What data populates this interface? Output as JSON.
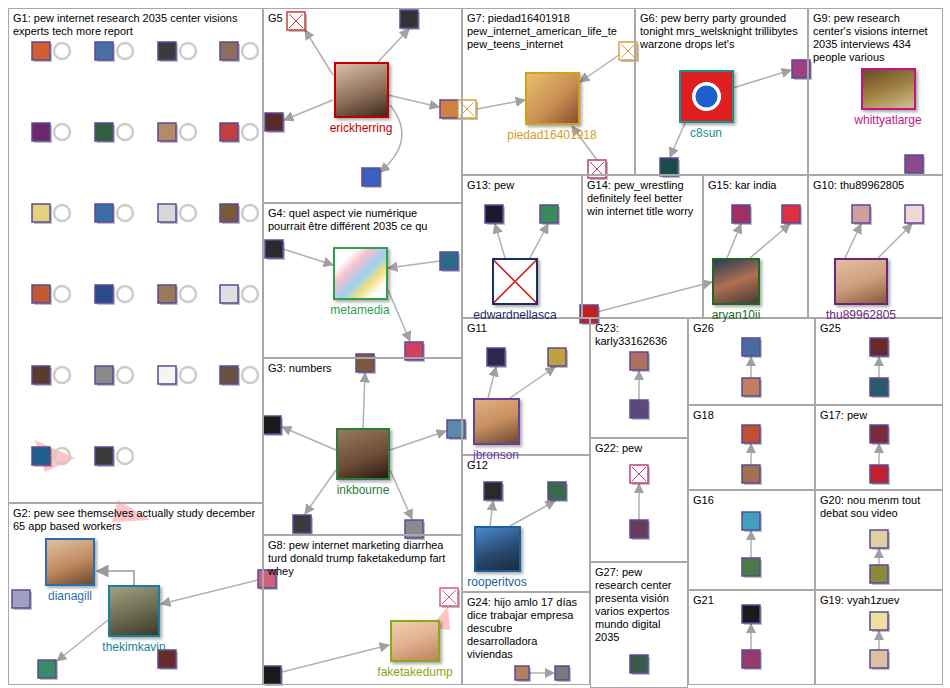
{
  "diagram": {
    "nodes": [
      {
        "text": [
          "G1: pew internet research 2035 center visions experts tech more report"
        ]
      },
      {
        "text": [
          "G5"
        ]
      },
      {
        "text": [
          "erickherring"
        ],
        "in": 1
      },
      {
        "text": [
          "G7: piedad16401918 pew_internet_american_life_te pew_teens_internet"
        ]
      },
      {
        "text": [
          "piedad16401918"
        ],
        "in": 3
      },
      {
        "text": [
          "G6: pew berry party grounded tonight mrs_welsknight trillibytes warzone drops let's"
        ]
      },
      {
        "text": [
          "c8sun"
        ],
        "in": 5
      },
      {
        "text": [
          "G9: pew research center's visions internet 2035 interviews 434 people various"
        ]
      },
      {
        "text": [
          "whittyatlarge"
        ],
        "in": 7
      },
      {
        "text": [
          "G4: quel aspect vie numérique pourrait être différent 2035 ce qu"
        ]
      },
      {
        "text": [
          "metamedia"
        ],
        "in": 9
      },
      {
        "text": [
          "G13: pew"
        ]
      },
      {
        "text": [
          "edwardnellasca"
        ],
        "in": 11
      },
      {
        "text": [
          "G14: pew_wrestling definitely feel better win internet title worry"
        ]
      },
      {
        "text": [
          "G15: kar india"
        ]
      },
      {
        "text": [
          "aryan10ii"
        ],
        "in": 14
      },
      {
        "text": [
          "G10: thu89962805"
        ]
      },
      {
        "text": [
          "thu89962805"
        ],
        "in": 16
      },
      {
        "text": [
          "G3: numbers"
        ]
      },
      {
        "text": [
          "inkbourne"
        ],
        "in": 18
      },
      {
        "text": [
          "G11"
        ]
      },
      {
        "text": [
          "jbronson"
        ],
        "in": 20
      },
      {
        "text": [
          "G23: karly33162636"
        ]
      },
      {
        "text": [
          "G26"
        ]
      },
      {
        "text": [
          "G25"
        ]
      },
      {
        "text": [
          "G22: pew"
        ]
      },
      {
        "text": [
          "G18"
        ]
      },
      {
        "text": [
          "G17: pew"
        ]
      },
      {
        "text": [
          "G12"
        ]
      },
      {
        "text": [
          "rooperitvos"
        ],
        "in": 28
      },
      {
        "text": [
          "G16"
        ]
      },
      {
        "text": [
          "G20: nou menm tout debat sou video"
        ]
      },
      {
        "text": [
          "G27: pew research center presenta visión varios expertos mundo digital 2035"
        ]
      },
      {
        "text": [
          "G2: pew see themselves actually study december 65 app based workers"
        ]
      },
      {
        "text": [
          "dianagill"
        ],
        "in": 33
      },
      {
        "text": [
          "thekimkavin"
        ],
        "in": 33
      },
      {
        "text": [
          "G8: pew internet marketing diarrhea turd donald trump faketakedump fart whey"
        ]
      },
      {
        "text": [
          "faketakedump"
        ],
        "in": 36
      },
      {
        "text": [
          "G24: hijo amlo 17 días dice trabajar empresa descubre desarrolladora viviendas"
        ]
      },
      {
        "text": [
          "G21"
        ]
      },
      {
        "text": [
          "G19: vyah1zuev"
        ]
      }
    ],
    "edges": [
      {
        "from": 35,
        "to": 34,
        "arrow": "to"
      }
    ]
  }
}
